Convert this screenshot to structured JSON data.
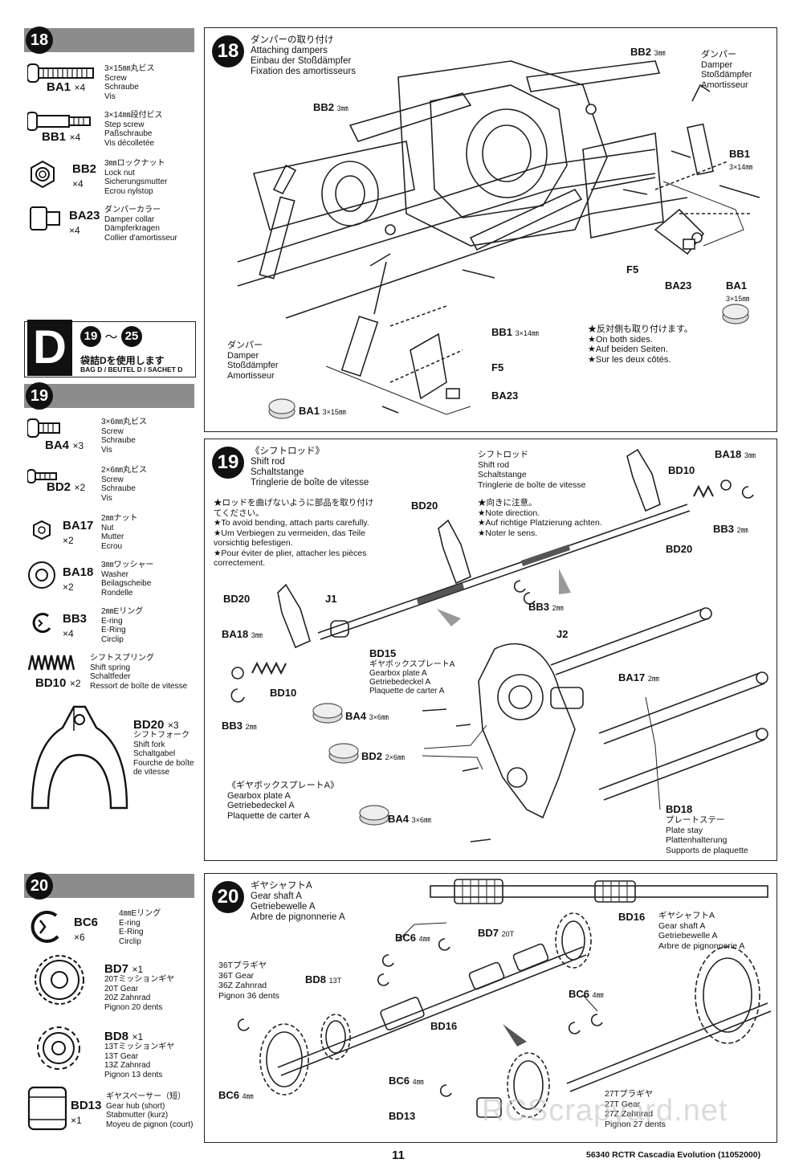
{
  "steps": {
    "s18": {
      "number": "18",
      "title": "ダンパーの取り付け\nAttaching dampers\nEinbau der Stoßdämpfer\nFixation des amortisseurs",
      "parts": [
        {
          "code": "BA1",
          "qty": "×4",
          "desc": "3×15㎜丸ビス\nScrew\nSchraube\nVis"
        },
        {
          "code": "BB1",
          "qty": "×4",
          "desc": "3×14㎜段付ビス\nStep screw\nPaßschraube\nVis décolletée"
        },
        {
          "code": "BB2",
          "qty": "×4",
          "desc": "3㎜ロックナット\nLock nut\nSicherungsmutter\nEcrou nylstop"
        },
        {
          "code": "BA23",
          "qty": "×4",
          "desc": "ダンパーカラー\nDamper collar\nDämpferkragen\nCollier d'amortisseur"
        }
      ],
      "labels": {
        "bb2_top": "BB2",
        "bb2_top_size": "3㎜",
        "bb2_left": "BB2",
        "bb2_left_size": "3㎜",
        "damper_right": "ダンパー\nDamper\nStoßdämpfer\nAmortisseur",
        "bb1_right": "BB1",
        "bb1_right_size": "3×14㎜",
        "f5_right": "F5",
        "ba23_right": "BA23",
        "ba1_right": "BA1",
        "ba1_right_size": "3×15㎜",
        "damper_left": "ダンパー\nDamper\nStoßdämpfer\nAmortisseur",
        "bb1_mid": "BB1",
        "bb1_mid_size": "3×14㎜",
        "f5_mid": "F5",
        "ba23_mid": "BA23",
        "ba1_bottom": "BA1",
        "ba1_bottom_size": "3×15㎜",
        "note": "★反対側も取り付けます。\n★On both sides.\n★Auf beiden Seiten.\n★Sur les deux côtés."
      }
    },
    "bag_d": {
      "letter": "D",
      "steps_from": "19",
      "steps_to": "25",
      "tilde": "～",
      "ja": "袋詰Dを使用します",
      "sub": "BAG D / BEUTEL D / SACHET D"
    },
    "s19": {
      "number": "19",
      "title": "《シフトロッド》\nShift rod\nSchaltstange\nTringlerie de boîte de vitesse",
      "parts": [
        {
          "code": "BA4",
          "qty": "×3",
          "desc": "3×6㎜丸ビス\nScrew\nSchraube\nVis"
        },
        {
          "code": "BD2",
          "qty": "×2",
          "desc": "2×6㎜丸ビス\nScrew\nSchraube\nVis"
        },
        {
          "code": "BA17",
          "qty": "×2",
          "desc": "2㎜ナット\nNut\nMutter\nEcrou"
        },
        {
          "code": "BA18",
          "qty": "×2",
          "desc": "3㎜ワッシャー\nWasher\nBeilagscheibe\nRondelle"
        },
        {
          "code": "BB3",
          "qty": "×4",
          "desc": "2㎜Eリング\nE-ring\nE-Ring\nCirclip"
        },
        {
          "code": "BD10",
          "qty": "×2",
          "desc": "シフトスプリング\nShift spring\nSchaltfeder\nRessort de boîte de vitesse"
        },
        {
          "code": "BD20",
          "qty": "×3",
          "desc": "シフトフォーク\nShift fork\nSchaltgabel\nFourche de boîte\nde vitesse"
        }
      ],
      "labels": {
        "caution": "★ロッドを曲げないように部品を取り付け\nてください。\n★To avoid bending, attach parts carefully.\n★Um Verbiegen zu vermeiden, das Teile\nvorsichtig befestigen.\n★Pour éviter de plier, attacher les pièces\ncorrectement.",
        "shift_rod": "シフトロッド\nShift rod\nSchaltstange\nTringlerie de boîte de vitesse",
        "direction": "★向きに注意。\n★Note direction.\n★Auf richtige Platzierung achten.\n★Noter le sens.",
        "ba18_tr": "BA18",
        "ba18_tr_size": "3㎜",
        "bd10_tr": "BD10",
        "bb3_tr": "BB3",
        "bb3_tr_size": "2㎜",
        "bd20_tr": "BD20",
        "bd20_mid": "BD20",
        "bd20_left": "BD20",
        "j1": "J1",
        "bb3_mid": "BB3",
        "bb3_mid_size": "2㎜",
        "ba18_left": "BA18",
        "ba18_left_size": "3㎜",
        "bd10_left": "BD10",
        "bb3_left": "BB3",
        "bb3_left_size": "2㎜",
        "bd15": "BD15",
        "bd15_desc": "ギヤボックスプレートA\nGearbox plate A\nGetriebedeckel A\nPlaquette de carter A",
        "j2": "J2",
        "ba17": "BA17",
        "ba17_size": "2㎜",
        "ba4_a": "BA4",
        "ba4_a_size": "3×6㎜",
        "bd2": "BD2",
        "bd2_size": "2×6㎜",
        "gearbox_plate": "《ギヤボックスプレートA》\nGearbox plate A\nGetriebedeckel A\nPlaquette de carter A",
        "ba4_b": "BA4",
        "ba4_b_size": "3×6㎜",
        "bd18": "BD18",
        "bd18_desc": "プレートステー\nPlate stay\nPlattenhalterung\nSupports de plaquette"
      }
    },
    "s20": {
      "number": "20",
      "title": "ギヤシャフトA\nGear shaft A\nGetriebewelle A\nArbre de pignonnerie A",
      "parts": [
        {
          "code": "BC6",
          "qty": "×6",
          "desc": "4㎜Eリング\nE-ring\nE-Ring\nCirclip"
        },
        {
          "code": "BD7",
          "qty": "×1",
          "desc": "20Tミッションギヤ\n20T Gear\n20Z Zahnrad\nPignon 20 dents"
        },
        {
          "code": "BD8",
          "qty": "×1",
          "desc": "13Tミッションギヤ\n13T Gear\n13Z Zahnrad\nPignon 13 dents"
        },
        {
          "code": "BD13",
          "qty": "×1",
          "desc": "ギヤスペーサー（短）\nGear hub (short)\nStabmutter (kurz)\nMoyeu de pignon (court)"
        }
      ],
      "labels": {
        "bd16_top": "BD16",
        "bd16_desc": "ギヤシャフトA\nGear shaft A\nGetriebewelle A\nArbre de pignonnerie A",
        "bc6_top": "BC6",
        "bc6_top_size": "4㎜",
        "bd7": "BD7",
        "bd7_size": "20T",
        "gear36": "36Tプラギヤ\n36T Gear\n36Z Zahnrad\nPignon 36 dents",
        "bd8": "BD8",
        "bd8_size": "13T",
        "bd16_mid": "BD16",
        "bc6_right": "BC6",
        "bc6_right_size": "4㎜",
        "bc6_left": "BC6",
        "bc6_left_size": "4㎜",
        "bc6_bottom": "BC6",
        "bc6_bottom_size": "4㎜",
        "bd13": "BD13",
        "gear27": "27Tプラギヤ\n27T Gear\n27Z Zahnrad\nPignon 27 dents"
      }
    }
  },
  "footer": {
    "page": "11",
    "product": "56340 RCTR Cascadia Evolution (11052000)"
  },
  "watermark": "RCScrapyard.net"
}
